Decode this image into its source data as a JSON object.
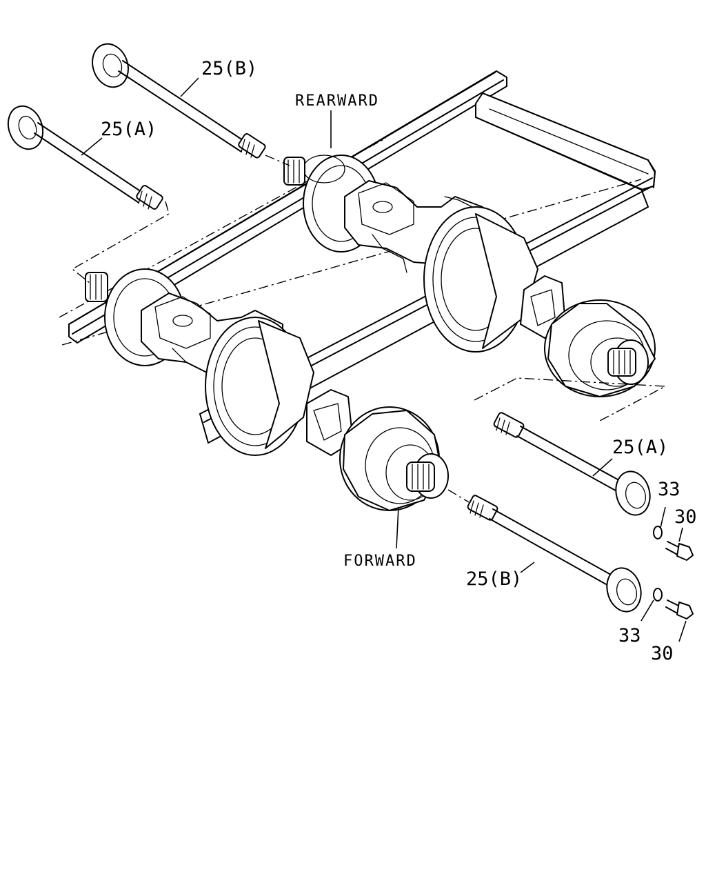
{
  "labels": {
    "rearward": "REARWARD",
    "forward": "FORWARD",
    "shaft_25a_top": "25(A)",
    "shaft_25b_top": "25(B)",
    "shaft_25a_right": "25(A)",
    "shaft_25b_right": "25(B)",
    "washer_upper": "33",
    "washer_lower": "33",
    "bolt_upper": "30",
    "bolt_lower": "30"
  }
}
